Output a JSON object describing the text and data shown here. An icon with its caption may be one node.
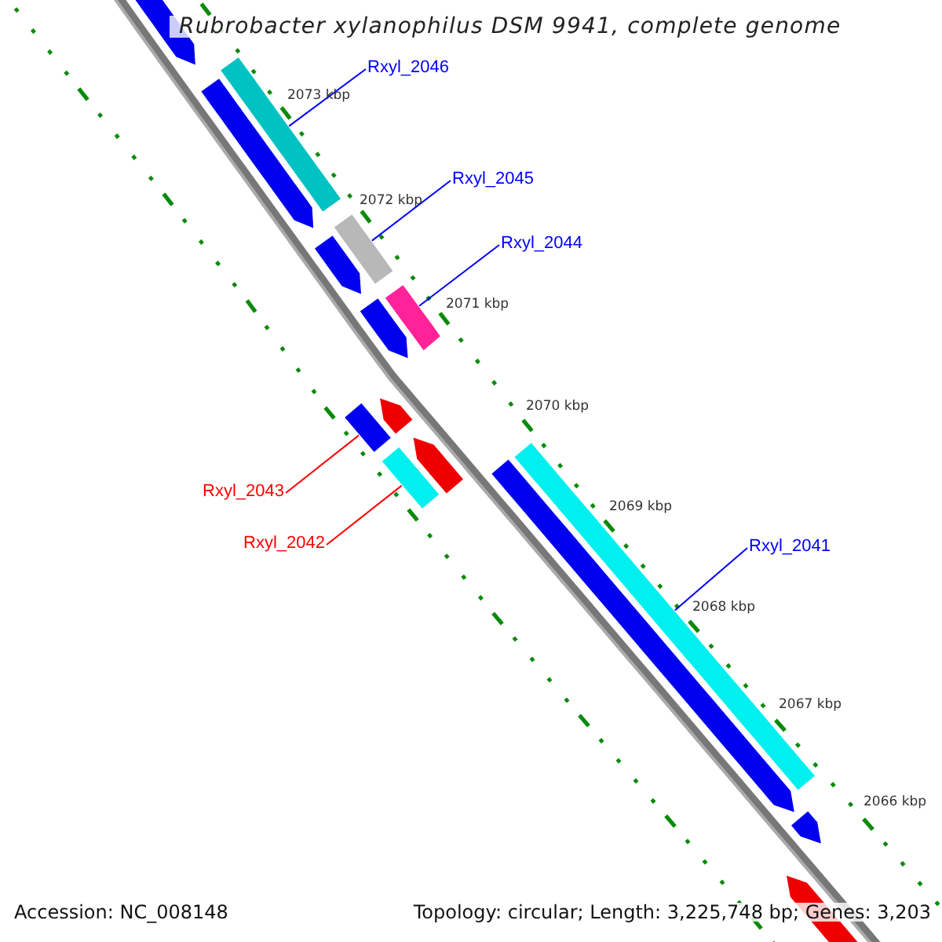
{
  "diagram": {
    "title": "Rubrobacter xylanophilus DSM 9941, complete genome",
    "nodes": [
      {
        "text": [
          "Rxyl_2046"
        ]
      },
      {
        "text": [
          "Rxyl_2045"
        ]
      },
      {
        "text": [
          "Rxyl_2044"
        ]
      },
      {
        "text": [
          "Rxyl_2043"
        ]
      },
      {
        "text": [
          "Rxyl_2042"
        ]
      },
      {
        "text": [
          "Rxyl_2041"
        ]
      },
      {
        "text": [],
        "shape": "bar"
      },
      {
        "text": [],
        "shape": "bar"
      },
      {
        "text": [],
        "shape": "bar"
      },
      {
        "text": [],
        "shape": "bar"
      },
      {
        "text": [],
        "shape": "bar"
      },
      {
        "text": [],
        "shape": "bar"
      }
    ],
    "edges": [
      {
        "from": 0,
        "to": 6,
        "arrow": "none"
      },
      {
        "from": 1,
        "to": 7,
        "arrow": "none"
      },
      {
        "from": 2,
        "to": 8,
        "arrow": "none"
      },
      {
        "from": 3,
        "to": 9,
        "arrow": "none",
        "color": "#ff0000"
      },
      {
        "from": 4,
        "to": 10,
        "arrow": "none",
        "color": "#ff0000"
      },
      {
        "from": 5,
        "to": 11,
        "arrow": "none"
      }
    ],
    "labels": [
      "2073 kbp",
      "2072 kbp",
      "2071 kbp",
      "2070 kbp",
      "2069 kbp",
      "2068 kbp",
      "2067 kbp",
      "2066 kbp",
      "Accession: NC_008148",
      "Topology: circular; Length: 3,225,748 bp; Genes: 3,203"
    ]
  }
}
